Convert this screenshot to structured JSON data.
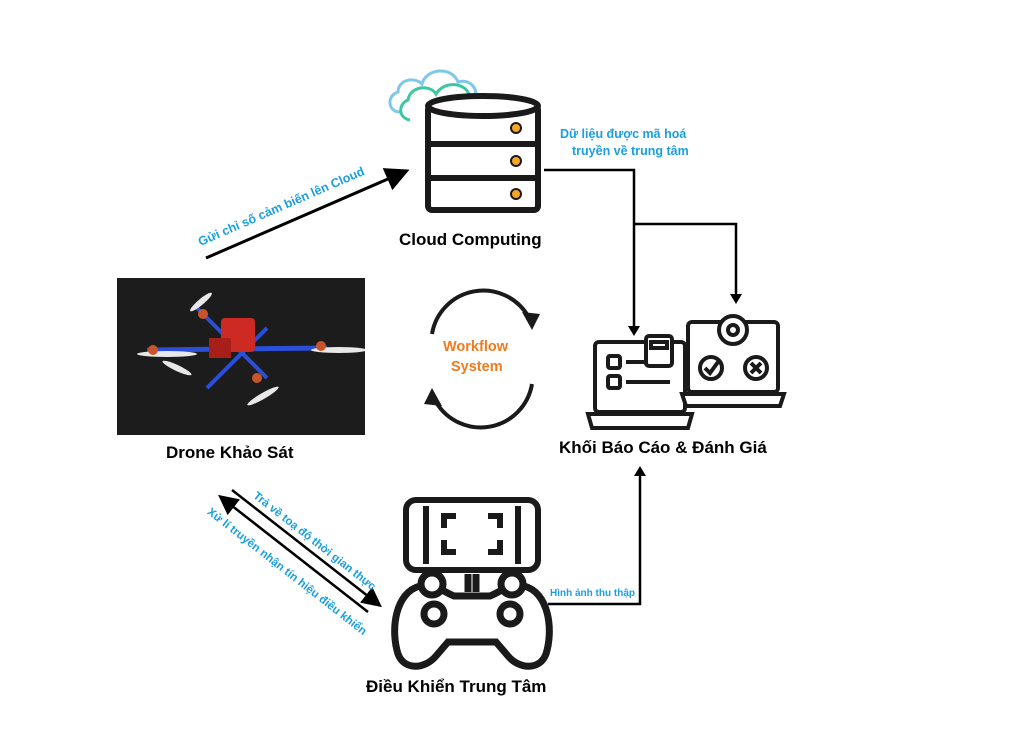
{
  "nodes": {
    "cloud": "Cloud Computing",
    "drone": "Drone Khảo Sát",
    "report": "Khối Báo Cáo & Đánh Giá",
    "control": "Điều Khiển Trung Tâm",
    "workflow_line1": "Workflow",
    "workflow_line2": "System"
  },
  "edges": {
    "sensor_to_cloud": "Gửi chỉ số cảm biến lên Cloud",
    "cloud_to_report_line1": "Dữ liệu được mã hoá",
    "cloud_to_report_line2": "truyền về trung tâm",
    "coords_realtime": "Trả về toạ độ thời gian thực",
    "signal_processing": "Xử lí truyền nhận tín hiệu điều khiển",
    "images": "Hình ảnh thu thập"
  },
  "colors": {
    "edge_label": "#1a9fe0",
    "workflow_text": "#f07a1e",
    "cloud_outline": "#7dc8ea",
    "cloud_outline_2": "#3cc7a0",
    "drone_frame": "#cc2a22",
    "drone_arms": "#2b4fd8",
    "line": "#000000"
  },
  "icons": [
    "database-server-icon",
    "cloud-icon",
    "laptop-checklist-icon",
    "laptop-gear-icon",
    "game-controller-icon",
    "phone-scan-icon",
    "workflow-cycle-icon",
    "drone-photo"
  ]
}
